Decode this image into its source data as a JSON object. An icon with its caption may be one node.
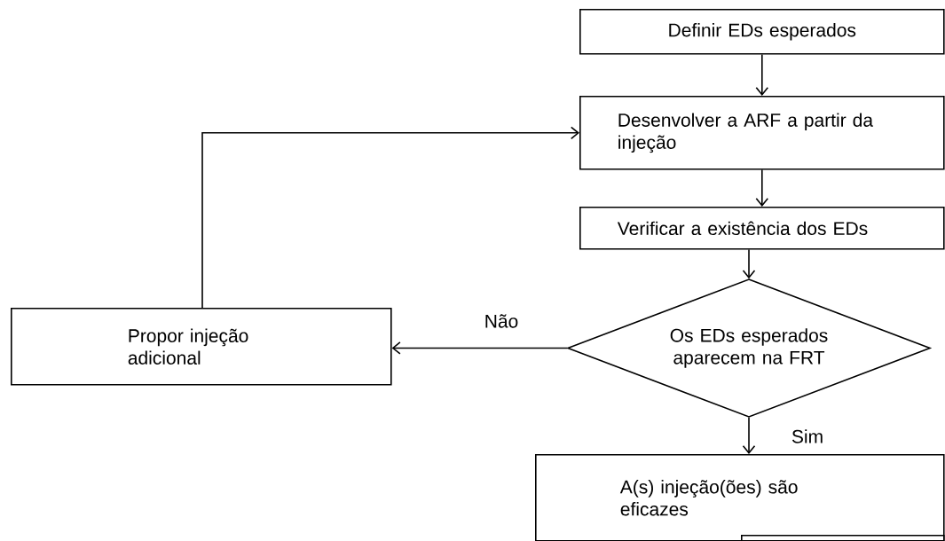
{
  "diagram": {
    "nodes": [
      {
        "text": [
          "Definir EDs esperados"
        ]
      },
      {
        "text": [
          "Desenvolver a ARF a partir da injeção"
        ]
      },
      {
        "text": [
          "Verificar a existência dos EDs"
        ]
      },
      {
        "text": [
          "Os EDs esperados aparecem na FRT"
        ]
      },
      {
        "text": [
          "Propor injeção adicional"
        ]
      },
      {
        "text": [
          "A(s) injeção(ões) são eficazes"
        ]
      },
      {
        "text": [],
        "shape": "box",
        "in": 5
      }
    ],
    "edges": [
      {
        "from": 0,
        "to": 1,
        "arrow": "to"
      },
      {
        "from": 1,
        "to": 2,
        "arrow": "to"
      },
      {
        "from": 2,
        "to": 3,
        "arrow": "to"
      },
      {
        "from": 3,
        "to": 4,
        "arrow": "to",
        "label": "Não"
      },
      {
        "from": 3,
        "to": 5,
        "arrow": "to",
        "label": "Sim"
      },
      {
        "from": 4,
        "to": 1,
        "arrow": "to"
      }
    ]
  }
}
